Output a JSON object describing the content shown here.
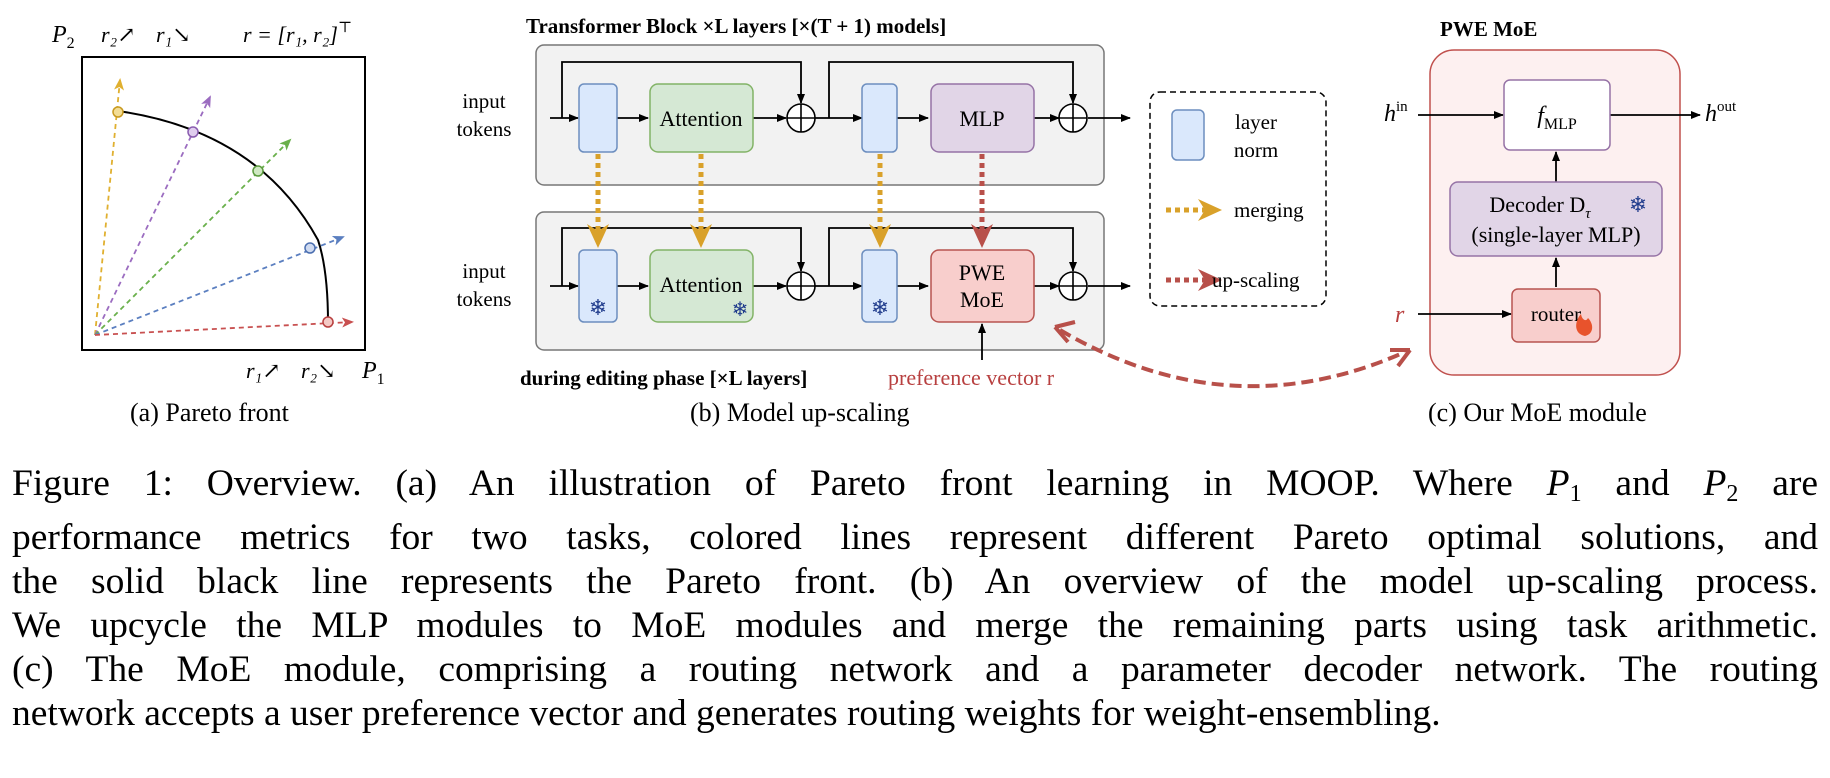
{
  "panel_a": {
    "title": "(a) Pareto front",
    "ylabel_p": "P",
    "ylabel_sub": "2",
    "top_r2": "r₂↗",
    "top_r1": "r₁↘",
    "top_r_eq": "r = [r₁, r₂]",
    "top_r_sup": "⊤",
    "bottom_r1": "r₁↗",
    "bottom_r2": "r₂↘",
    "xlabel_p": "P",
    "xlabel_sub": "1",
    "colors": [
      "#e0b030",
      "#9b6cc0",
      "#6ab04c",
      "#5b7fc0",
      "#c85050"
    ]
  },
  "panel_b": {
    "title": "(b) Model up-scaling",
    "top_title": "Transformer Block ×L layers [×(T + 1) models]",
    "bottom_title": "during editing phase [×L layers]",
    "input_top_1": "input",
    "input_top_2": "tokens",
    "input_bot_1": "input",
    "input_bot_2": "tokens",
    "attention": "Attention",
    "attention2": "Attention",
    "mlp": "MLP",
    "pwe1": "PWE",
    "pwe2": "MoE",
    "pref": "preference vector r",
    "legend_norm_1": "layer",
    "legend_norm_2": "norm",
    "legend_merge": "merging",
    "legend_up": "up-scaling"
  },
  "panel_c": {
    "title": "(c) Our MoE module",
    "box_title": "PWE MoE",
    "h_in": "h",
    "h_in_sup": "in",
    "h_out": "h",
    "h_out_sup": "out",
    "f_mlp": "f",
    "f_mlp_sub": "MLP",
    "decoder_1": "Decoder D",
    "decoder_sub": "τ",
    "decoder_2": "(single-layer MLP)",
    "r": "r",
    "router": "router"
  },
  "caption": {
    "l1a": "Figure 1: Overview. (a) An illustration of Pareto front learning in MOOP. Where ",
    "p1": "P",
    "p1sub": "1",
    "and": " and ",
    "p2": "P",
    "p2sub": "2",
    "l1b": " are",
    "l2": "performance metrics for two tasks, colored lines represent different Pareto optimal solutions, and",
    "l3": "the solid black line represents the Pareto front. (b) An overview of the model up-scaling process.",
    "l4": "We upcycle the MLP modules to MoE modules and merge the remaining parts using task arithmetic.",
    "l5": "(c) The MoE module, comprising a routing network and a parameter decoder network. The routing",
    "l6": "network accepts a user preference vector and generates routing weights for weight-ensembling."
  }
}
